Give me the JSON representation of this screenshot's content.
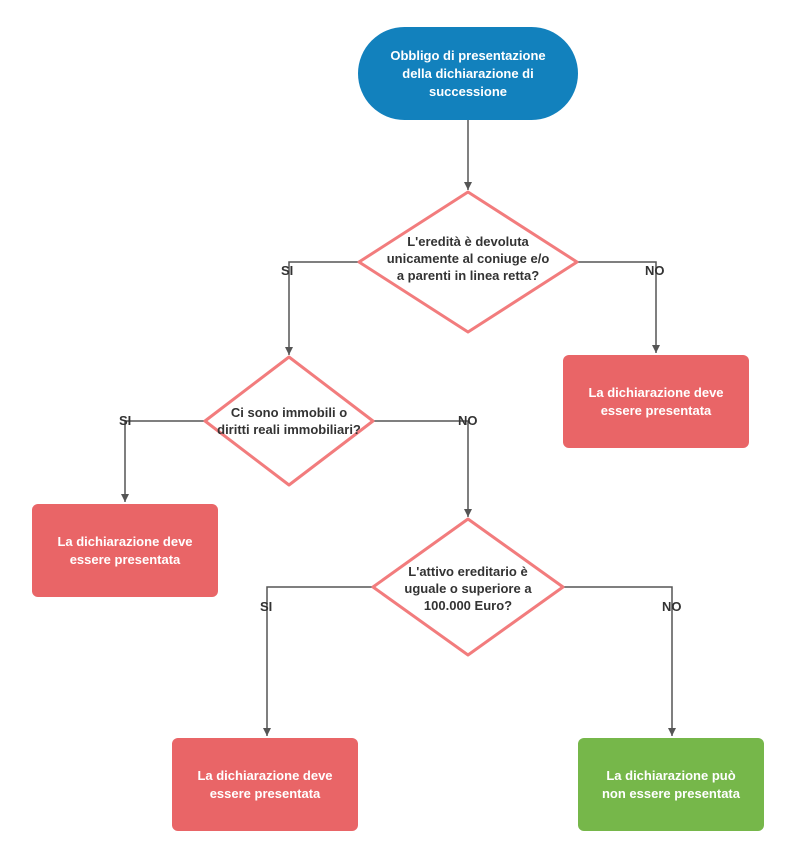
{
  "colors": {
    "start_fill": "#1281bd",
    "decision_stroke": "#f27c7d",
    "result_red": "#e96567",
    "result_green": "#76b74a",
    "connector": "#555555",
    "text_dark": "#333333"
  },
  "start": {
    "text": "Obbligo di presentazione della dichiarazione di successione"
  },
  "decisions": {
    "d1": {
      "text": "L'eredità è devoluta unicamente al coniuge e/o a parenti in linea retta?"
    },
    "d2": {
      "text": "Ci sono immobili o diritti reali immobiliari?"
    },
    "d3": {
      "text": "L'attivo ereditario è uguale o superiore a 100.000 Euro?"
    }
  },
  "results": {
    "r1": {
      "text": "La dichiarazione deve essere presentata"
    },
    "r2": {
      "text": "La dichiarazione deve essere presentata"
    },
    "r3": {
      "text": "La dichiarazione deve essere presentata"
    },
    "r4": {
      "text": "La dichiarazione può non essere presentata"
    }
  },
  "edge_labels": {
    "d1_yes": "SI",
    "d1_no": "NO",
    "d2_yes": "SI",
    "d2_no": "NO",
    "d3_yes": "SI",
    "d3_no": "NO"
  }
}
